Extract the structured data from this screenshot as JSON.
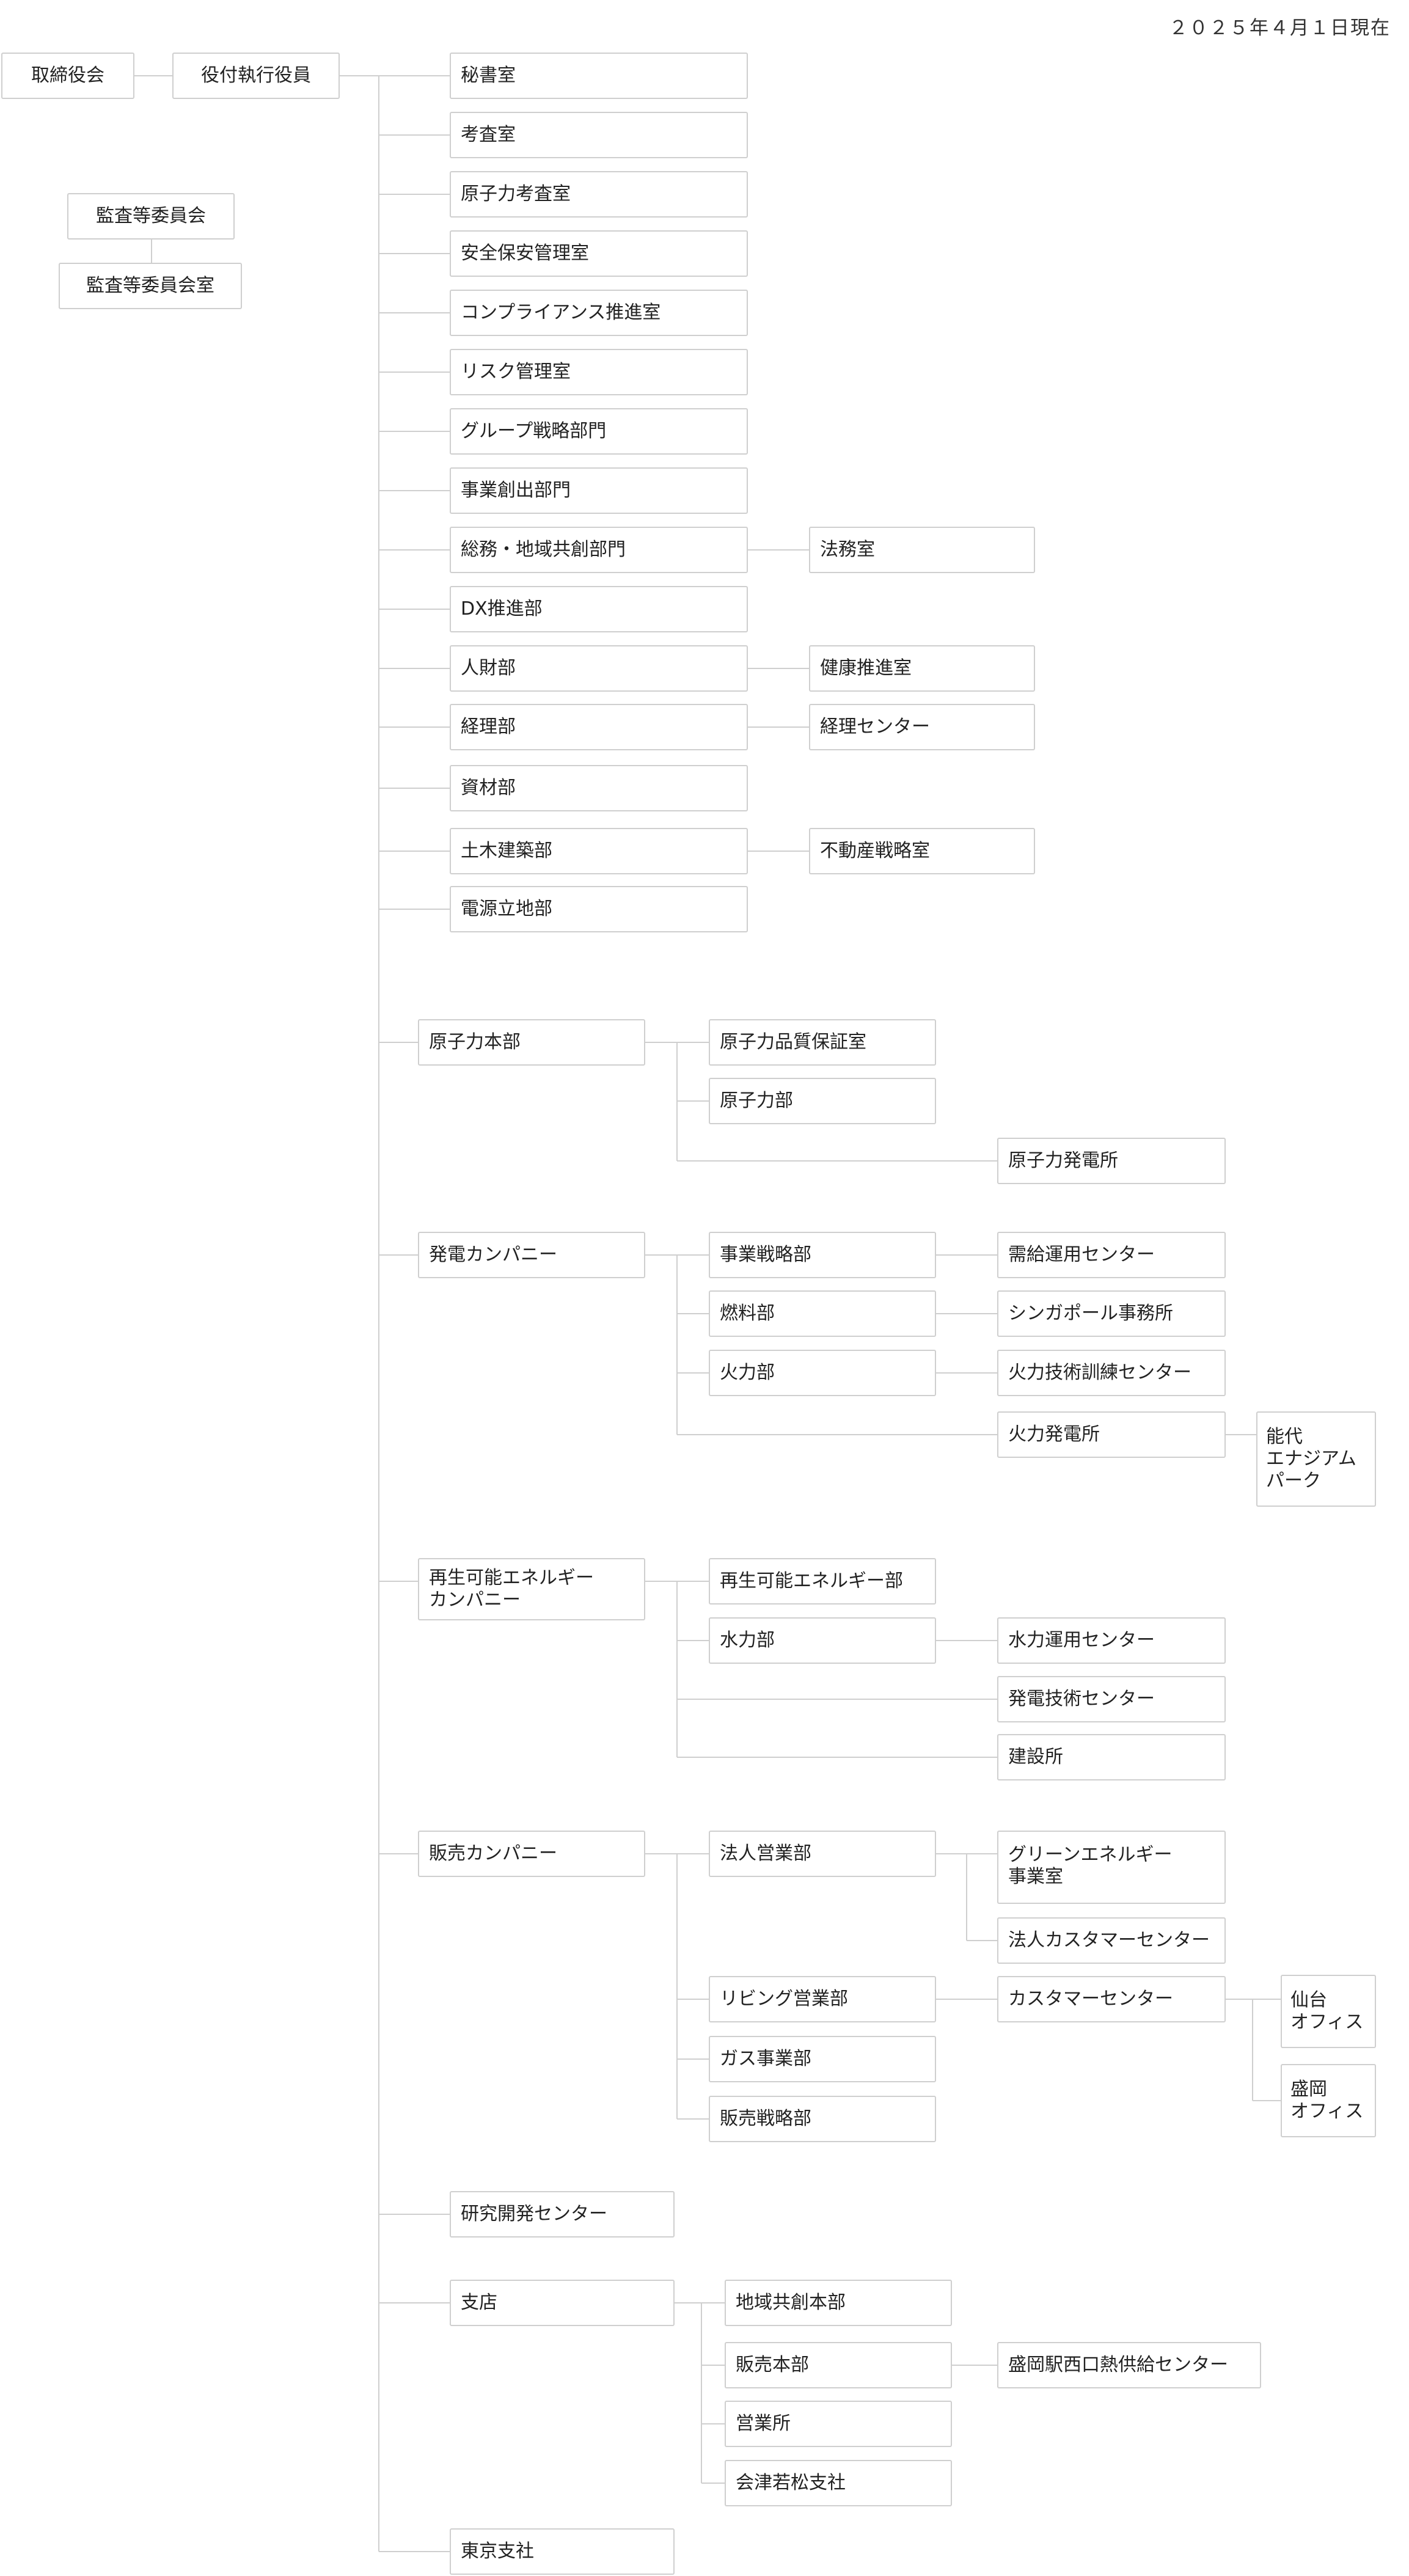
{
  "date": "２０２５年４月１日現在",
  "board": "取締役会",
  "executives": "役付執行役員",
  "audit_committee": "監査等委員会",
  "audit_office": "監査等委員会室",
  "departments": {
    "secretary": "秘書室",
    "audit": "考査室",
    "nuclear_audit": "原子力考査室",
    "security": "安全保安管理室",
    "compliance": "コンプライアンス推進室",
    "risk": "リスク管理室",
    "group_strategy": "グループ戦略部門",
    "business_creation": "事業創出部門",
    "general_affairs": "総務・地域共創部門",
    "legal": "法務室",
    "dx": "DX推進部",
    "hr": "人財部",
    "health": "健康推進室",
    "accounting": "経理部",
    "accounting_center": "経理センター",
    "materials": "資材部",
    "civil": "土木建築部",
    "real_estate": "不動産戦略室",
    "siting": "電源立地部"
  },
  "nuclear": {
    "head": "原子力本部",
    "quality": "原子力品質保証室",
    "dept": "原子力部",
    "plant": "原子力発電所"
  },
  "generation": {
    "head": "発電カンパニー",
    "strategy": "事業戦略部",
    "supply_center": "需給運用センター",
    "fuel": "燃料部",
    "singapore": "シンガポール事務所",
    "thermal": "火力部",
    "training": "火力技術訓練センター",
    "thermal_plant": "火力発電所",
    "park": "能代\nエナジアム\nパーク"
  },
  "renewable": {
    "head": "再生可能エネルギー\nカンパニー",
    "dept": "再生可能エネルギー部",
    "hydro": "水力部",
    "hydro_center": "水力運用センター",
    "tech_center": "発電技術センター",
    "construction": "建設所"
  },
  "sales": {
    "head": "販売カンパニー",
    "corporate": "法人営業部",
    "green": "グリーンエネルギー\n事業室",
    "corp_customer": "法人カスタマーセンター",
    "living": "リビング営業部",
    "customer_center": "カスタマーセンター",
    "sendai": "仙台\nオフィス",
    "morioka": "盛岡\nオフィス",
    "gas": "ガス事業部",
    "sales_strategy": "販売戦略部"
  },
  "rnd": "研究開発センター",
  "branch": {
    "head": "支店",
    "regional": "地域共創本部",
    "sales_hq": "販売本部",
    "heat_supply": "盛岡駅西口熱供給センター",
    "office": "営業所",
    "aizu": "会津若松支社"
  },
  "tokyo": "東京支社"
}
